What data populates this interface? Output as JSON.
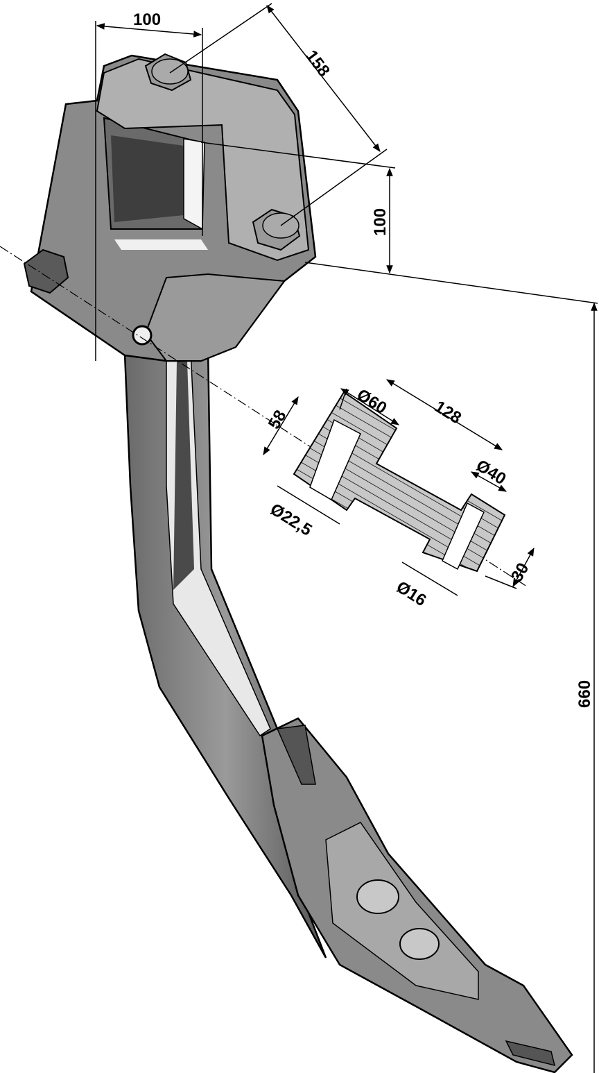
{
  "drawing": {
    "dimensions": {
      "top_width": "100",
      "diagonal": "158",
      "right_height": "100",
      "total_height": "660",
      "section_thickness": "58",
      "large_hub_diameter": "Ø60",
      "hub_spacing": "128",
      "small_hub_diameter": "Ø40",
      "large_bore": "Ø22,5",
      "small_hub_thickness": "30",
      "small_bore": "Ø16"
    },
    "colors": {
      "dark": "#3a3a3a",
      "mid": "#7a7a7a",
      "light": "#b5b5b5",
      "highlight": "#f2f2f2"
    }
  }
}
